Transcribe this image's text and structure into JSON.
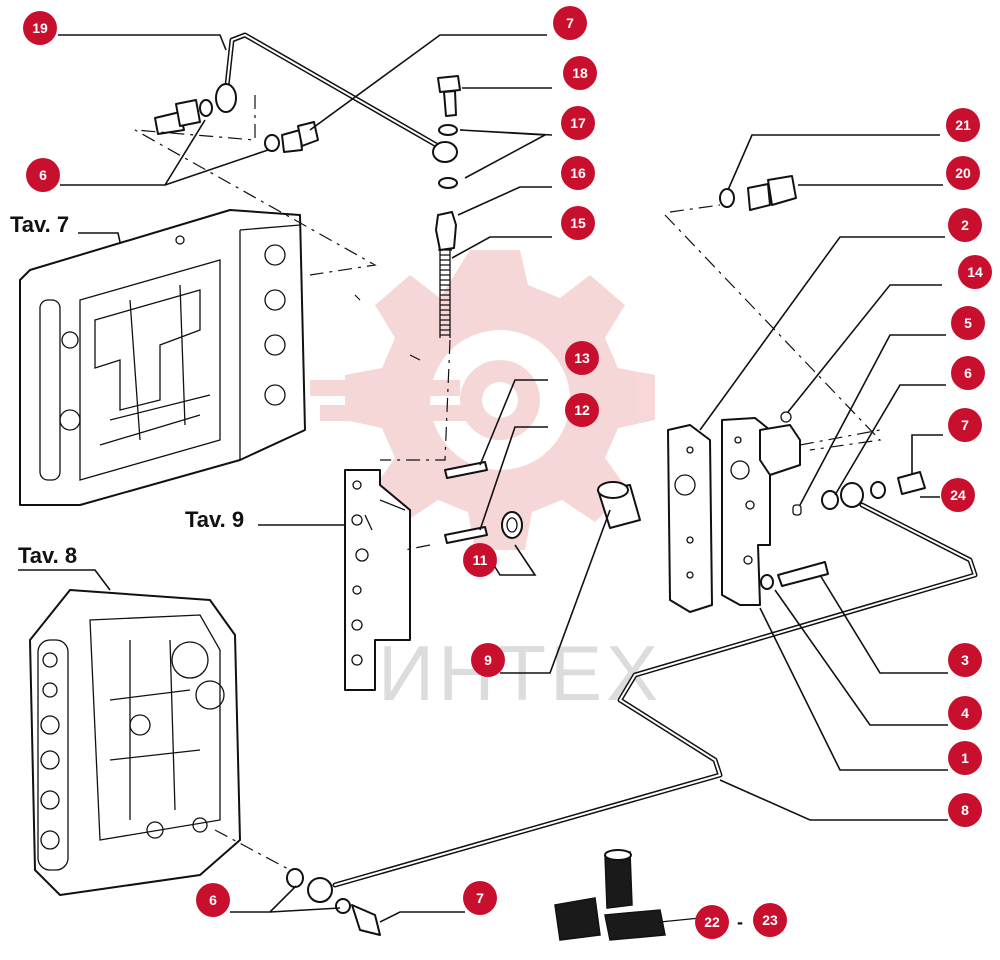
{
  "diagram": {
    "group_labels": {
      "tav7": "Tav. 7",
      "tav8": "Tav. 8",
      "tav9": "Tav. 9"
    },
    "watermark": "ИНТЕХ",
    "callouts": [
      "19",
      "7",
      "18",
      "17",
      "6",
      "16",
      "15",
      "21",
      "20",
      "2",
      "14",
      "5",
      "6",
      "7",
      "24",
      "13",
      "12",
      "11",
      "9",
      "3",
      "4",
      "1",
      "8",
      "6",
      "7",
      "22",
      "-",
      "23"
    ]
  }
}
